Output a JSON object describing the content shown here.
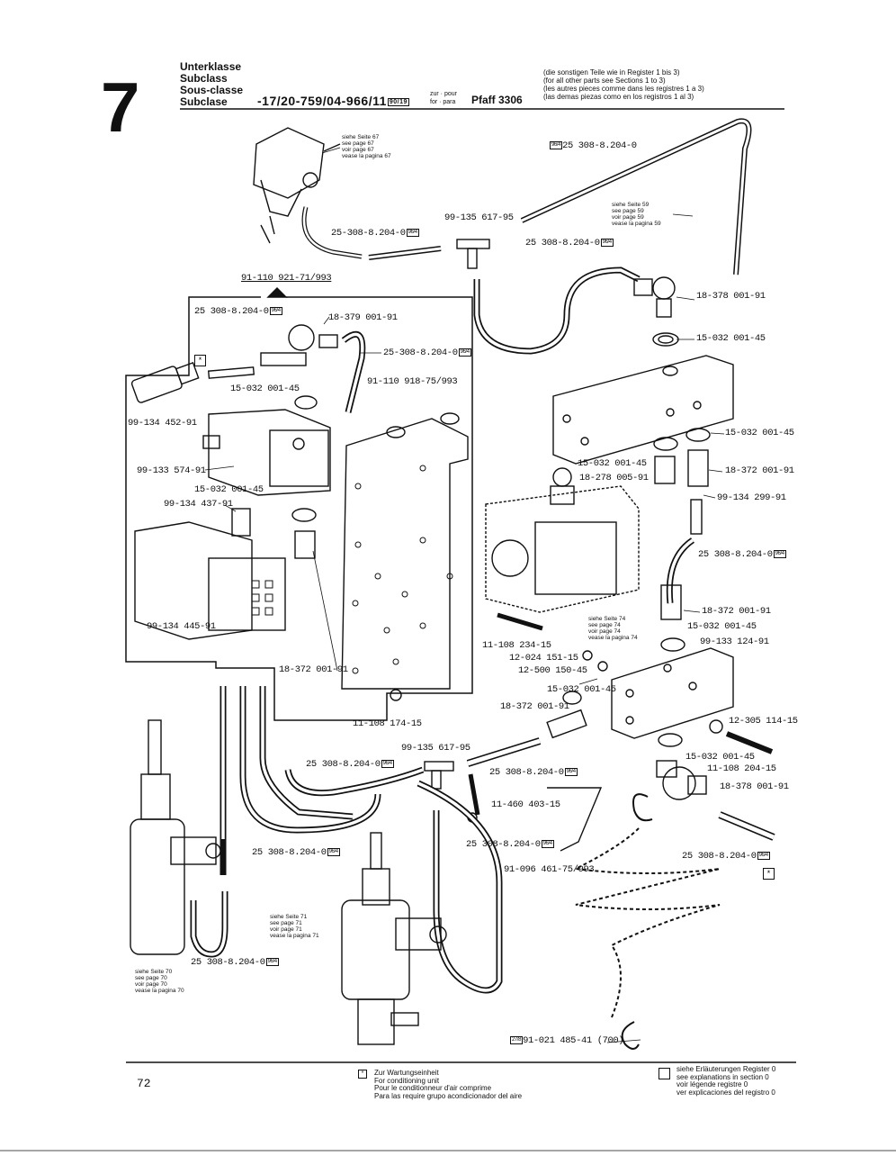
{
  "header": {
    "chapter": "7",
    "subclass_labels": [
      "Unterklasse",
      "Subclass",
      "Sous-classe",
      "Subclase"
    ],
    "subclass_code": "-17/20-759/04-966/11",
    "code_badge": "90/19",
    "for_labels": [
      "zur · pour",
      "for · para"
    ],
    "machine": "Pfaff 3306",
    "other_parts_note": [
      "(die sonstigen Teile wie in Register 1 bis 3)",
      "(for all other parts see Sections 1 to 3)",
      "(les autres pieces comme dans les registres 1 a 3)",
      "(las demas piezas como en los registros 1 al 3)"
    ]
  },
  "references": {
    "page67": [
      "siehe Seite 67",
      "see page 67",
      "voir page 67",
      "vease la pagina 67"
    ],
    "page59": [
      "siehe Seite 59",
      "see page 59",
      "voir page 59",
      "vease la pagina 59"
    ],
    "page74": [
      "siehe Seite 74",
      "see page 74",
      "voir page 74",
      "vease la pagina 74"
    ],
    "page71": [
      "siehe Seite 71",
      "see page 71",
      "voir page 71",
      "vease la pagina 71"
    ],
    "page70": [
      "siehe Seite 70",
      "see page 70",
      "voir page 70",
      "vease la pagina 70"
    ]
  },
  "badge": "96/4",
  "part_labels": {
    "p_top_right_hose": "25 308-8.204-0",
    "p_hose_left": "25-308-8.204-0",
    "p_tee_top": "99-135 617-95",
    "p_hose_mid": "25 308-8.204-0",
    "p_unit_ref": "91-110 921-71/993",
    "p_valve_top_right": "18-378 001-91",
    "p_seal_top_right": "15-032 001-45",
    "p_hose_box": "25 308-8.204-0",
    "p_valve_box": "18-379 001-91",
    "p_hose_box_right": "25-308-8.204-0",
    "p_bracket": "91-110 918-75/993",
    "p_seal_box": "15-032 001-45",
    "p_filter": "99-134 452-91",
    "p_solenoid": "99-133 574-91",
    "p_seal_mid_left": "15-032 001-45",
    "p_silencer": "99-134 437-91",
    "p_valve_block": "99-134 445-91",
    "p_fitting_plate": "18-372 001-91",
    "p_screw_plate": "11-108 174-15",
    "p_seal_manifold": "15-032 001-45",
    "p_seal_right1": "15-032 001-45",
    "p_fitting_right1": "18-372 001-91",
    "p_fitting_mid": "18-278 005-91",
    "p_silencer_right": "99-134 299-91",
    "p_hose_right": "25 308-8.204-0",
    "p_fitting_right2": "18-372 001-91",
    "p_seal_right2": "15-032 001-45",
    "p_valve_right": "99-133 124-91",
    "p_screw_left": "11-108 234-15",
    "p_washer1": "12-024 151-15",
    "p_nut": "12-500 150-45",
    "p_seal_lower": "15-032 001-45",
    "p_fitting_lower": "18-372 001-91",
    "p_screw_lower_right": "12-305 114-15",
    "p_seal_lower_right": "15-032 001-45",
    "p_screw_lower_right2": "11-108 204-15",
    "p_valve_lower_right": "18-378 001-91",
    "p_tee_lower": "99-135 617-95",
    "p_hose_lower1": "25 308-8.204-0",
    "p_hose_lower2": "25 308-8.204-0",
    "p_screw_wood": "11-460 403-15",
    "p_hose_lower3": "25 308-8.204-0",
    "p_hose_lower4": "25 308-8.204-0",
    "p_bracket_lower": "91-096 461-75/993",
    "p_hose_lower_right": "25 308-8.204-0",
    "p_hose_cylinder": "25 308-8.204-0",
    "p_chain": "91-021 485-41 (700)",
    "chain_badge": "27/8"
  },
  "footer": {
    "page_number": "72",
    "maintenance_symbol": "*",
    "maintenance_note": [
      "Zur Wartungseinheit",
      "For conditioning unit",
      "Pour le conditionneur d'air comprime",
      "Para las require grupo acondicionador del aire"
    ],
    "explanation_note": [
      "siehe Erläuterungen Register 0",
      "see explanations in section 0",
      "voir légende registre 0",
      "ver explicaciones del registro 0"
    ]
  }
}
